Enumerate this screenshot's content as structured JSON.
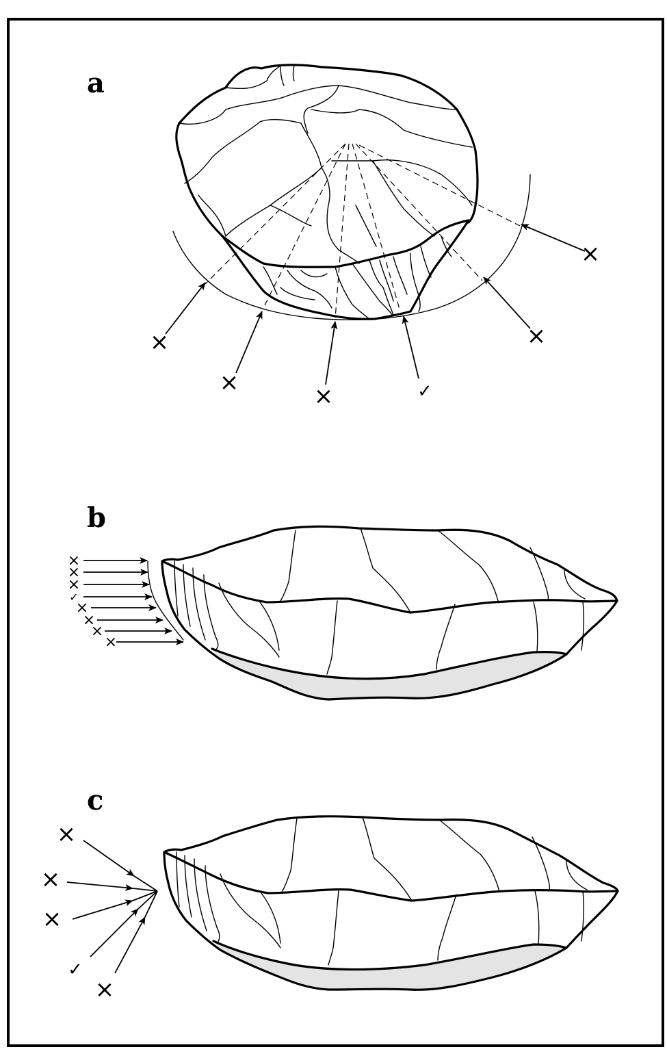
{
  "panels": [
    {
      "label": "a"
    },
    {
      "label": "b"
    },
    {
      "label": "c"
    }
  ],
  "marks": {
    "fail": "×",
    "success": "✓"
  },
  "colors": {
    "ink": "#000000",
    "cortex": "#e4e4e4",
    "background": "#ffffff"
  }
}
